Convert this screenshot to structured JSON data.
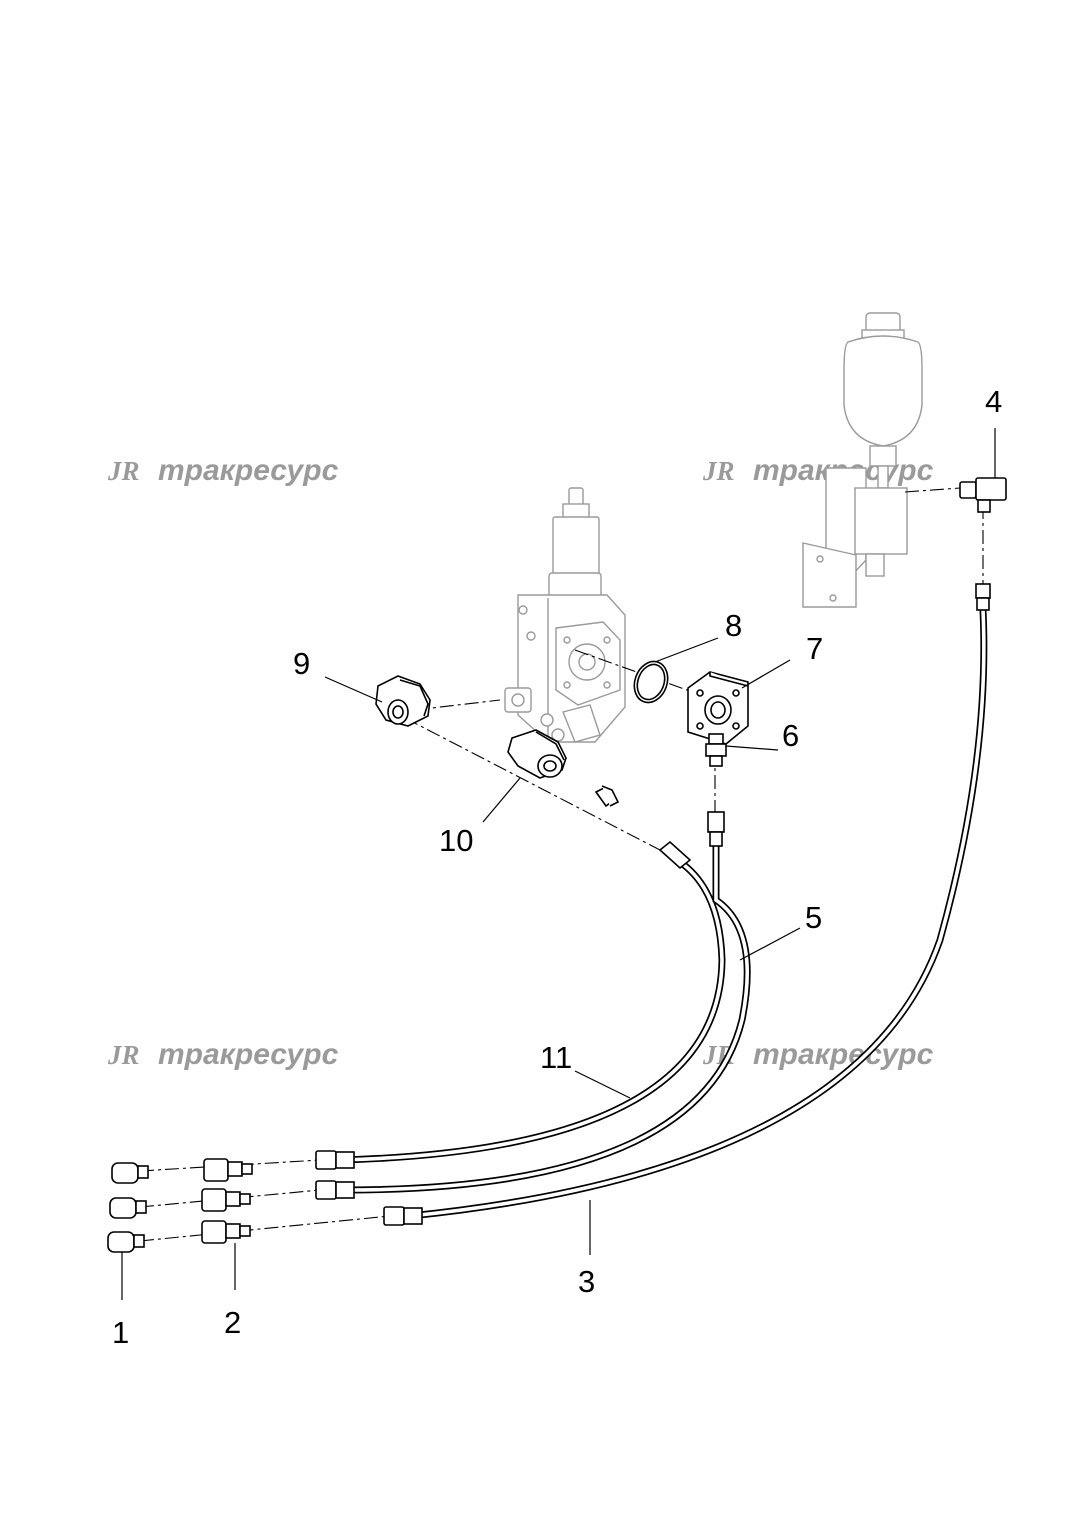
{
  "watermark": {
    "logo": "JR",
    "text": "тракресурс"
  },
  "callouts": [
    "1",
    "2",
    "3",
    "4",
    "5",
    "6",
    "7",
    "8",
    "9",
    "10",
    "11"
  ]
}
